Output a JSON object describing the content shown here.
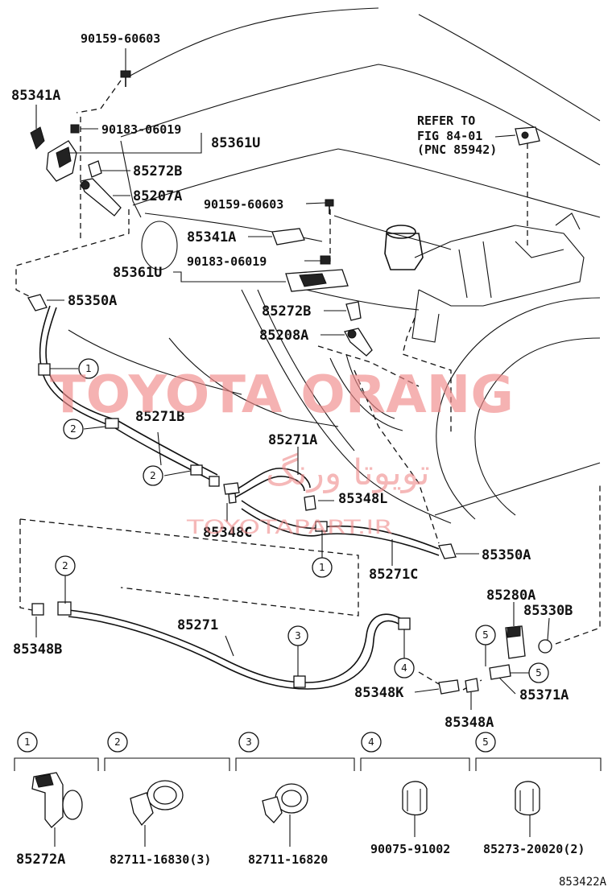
{
  "labels": {
    "p90159_60603_top": "90159-60603",
    "p85341A_top": "85341A",
    "p90183_06019_top": "90183-06019",
    "p85361U_top": "85361U",
    "p85272B_top": "85272B",
    "p85207A": "85207A",
    "refer_1": "REFER TO",
    "refer_2": "FIG 84-01",
    "refer_3": "(PNC 85942)",
    "p90159_60603_mid": "90159-60603",
    "p85341A_mid": "85341A",
    "p90183_06019_mid": "90183-06019",
    "p85361U_mid": "85361U",
    "p85350A_left": "85350A",
    "p85272B_mid": "85272B",
    "p85208A": "85208A",
    "p85271B": "85271B",
    "p85271A": "85271A",
    "p85348L": "85348L",
    "p85348C": "85348C",
    "p85350A_right": "85350A",
    "p85271C": "85271C",
    "p85280A": "85280A",
    "p85330B": "85330B",
    "p85271": "85271",
    "p85348B": "85348B",
    "p85348K": "85348K",
    "p85371A": "85371A",
    "p85348A": "85348A"
  },
  "callouts": [
    "1",
    "2",
    "3",
    "4",
    "5"
  ],
  "legend": [
    {
      "num": "1",
      "part": "85272A"
    },
    {
      "num": "2",
      "part": "82711-16830(3)"
    },
    {
      "num": "3",
      "part": "82711-16820"
    },
    {
      "num": "4",
      "part": "90075-91002"
    },
    {
      "num": "5",
      "part": "85273-20020(2)"
    }
  ],
  "watermark": {
    "main": "TOYOTA ORANG",
    "arabic": "تويوتا ورنگ",
    "sub": "TOYOTAPART.IR"
  },
  "diagram_id": "853422A"
}
